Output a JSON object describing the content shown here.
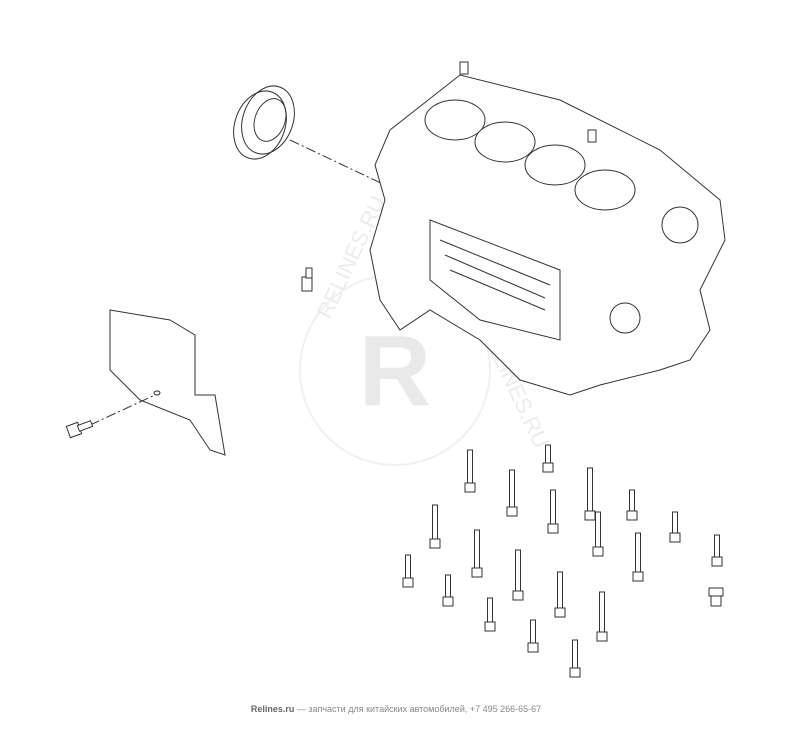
{
  "watermark": {
    "text": "RELINES.RU",
    "letter": "R"
  },
  "footer": {
    "brand": "Relines.ru",
    "text": "— запчасти для китайских автомобилей, +7 495 266-65-67"
  },
  "colors": {
    "line": "#333333",
    "watermark": "#e6e6e6",
    "footer": "#888888"
  }
}
